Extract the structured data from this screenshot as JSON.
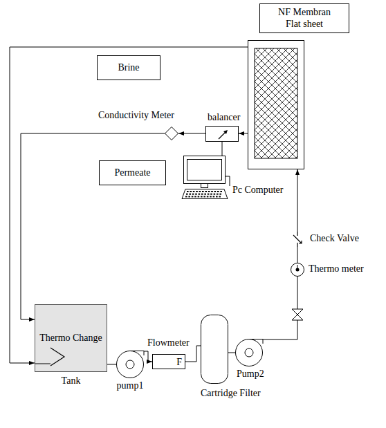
{
  "diagram": {
    "nodes": [
      {
        "text": [
          "NF Membran Flat sheet"
        ]
      },
      {
        "text": [
          "Brine"
        ]
      },
      {
        "text": [
          "balancer"
        ]
      },
      {
        "text": [
          "Conductivity Meter"
        ]
      },
      {
        "text": [
          "Permeate"
        ]
      },
      {
        "text": [
          "Pc Computer"
        ]
      },
      {
        "text": [
          "Check Valve"
        ]
      },
      {
        "text": [
          "Thermo meter"
        ]
      },
      {
        "text": [
          "Thermo Change",
          "Tank"
        ]
      },
      {
        "text": [
          "pump1"
        ]
      },
      {
        "text": [
          "Flowmeter",
          "F"
        ]
      },
      {
        "text": [
          "Cartridge Filter"
        ]
      },
      {
        "text": [
          "Pump2"
        ]
      }
    ],
    "edges": [
      {
        "from": 0,
        "to": 8,
        "arrow": "to"
      },
      {
        "from": 0,
        "to": 2,
        "arrow": "to"
      },
      {
        "from": 2,
        "to": 3,
        "arrow": "to"
      },
      {
        "from": 3,
        "to": 8,
        "arrow": "to"
      },
      {
        "from": 2,
        "to": 5,
        "arrow": "none"
      },
      {
        "from": 8,
        "to": 9,
        "arrow": "none"
      },
      {
        "from": 9,
        "to": 10,
        "arrow": "to"
      },
      {
        "from": 10,
        "to": 11,
        "arrow": "none"
      },
      {
        "from": 11,
        "to": 12,
        "arrow": "none"
      },
      {
        "from": 12,
        "to": 7,
        "arrow": "none"
      },
      {
        "from": 7,
        "to": 6,
        "arrow": "none"
      },
      {
        "from": 6,
        "to": 0,
        "arrow": "to"
      }
    ]
  }
}
